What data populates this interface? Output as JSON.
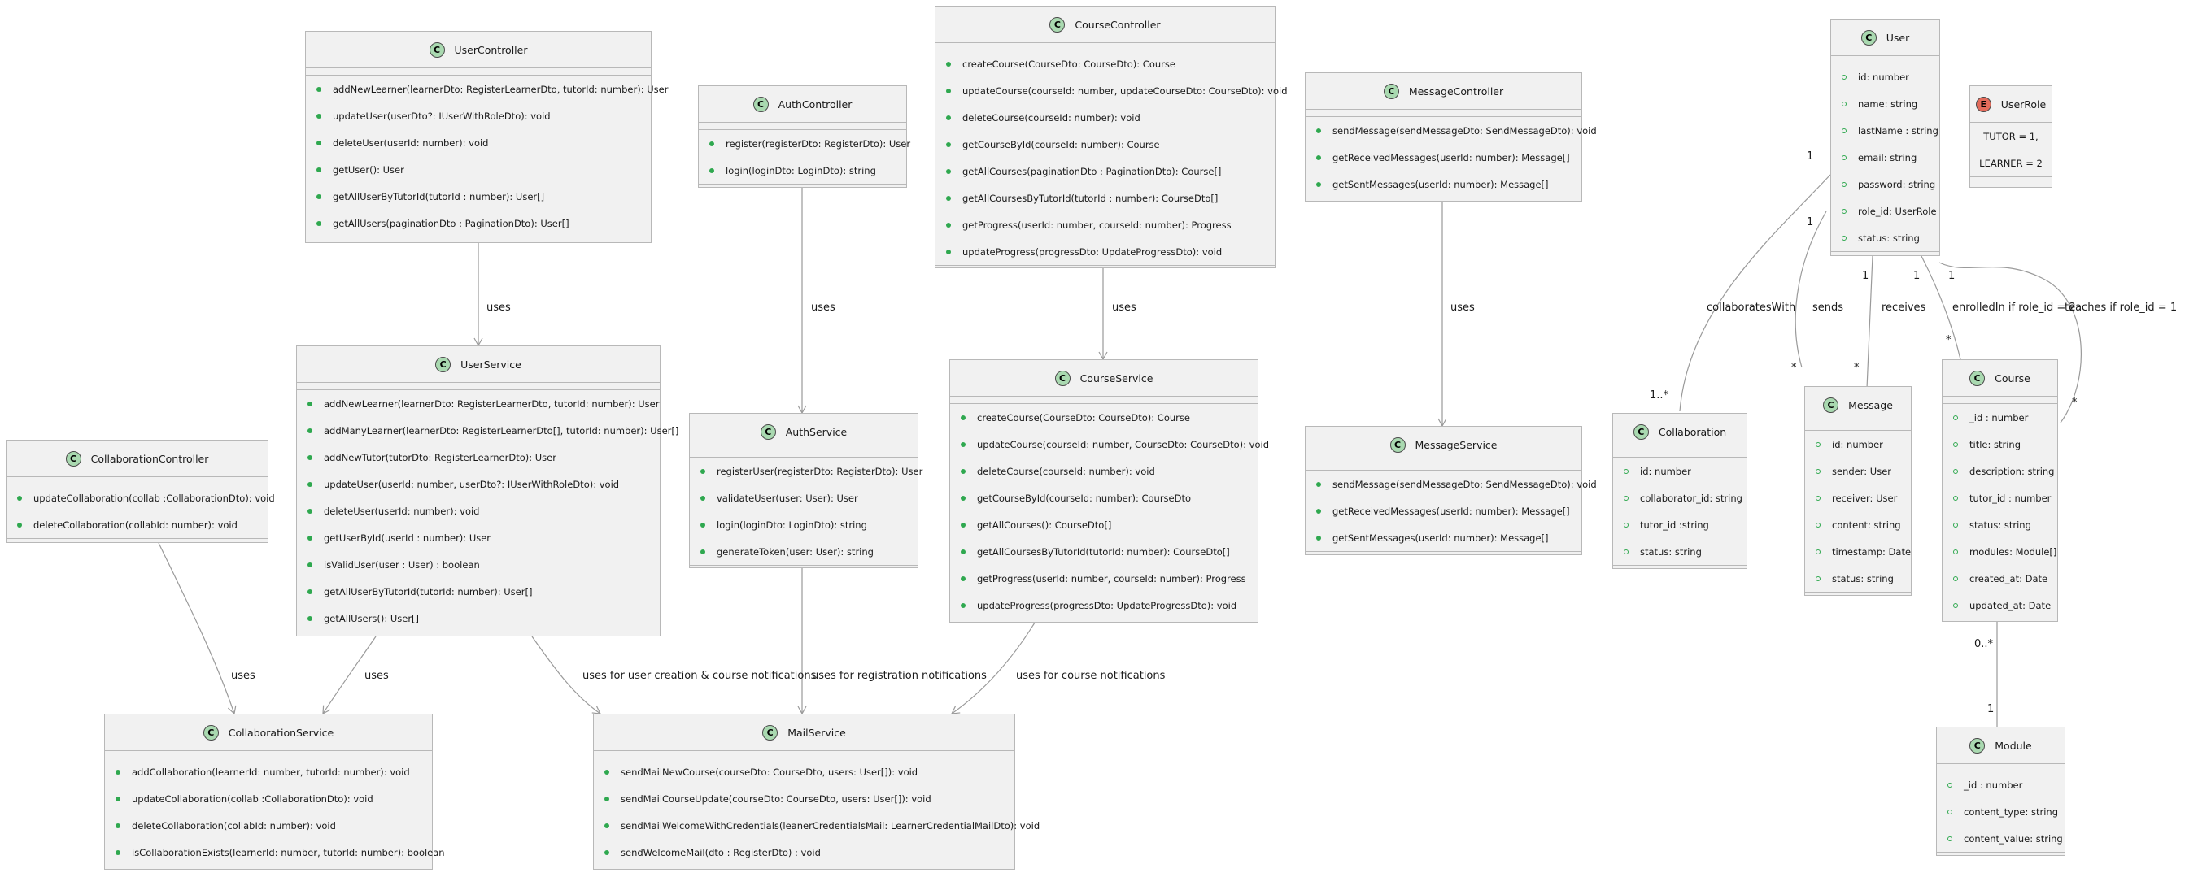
{
  "classes": {
    "user_controller": {
      "name": "UserController",
      "kind": "C",
      "members": [
        "addNewLearner(learnerDto: RegisterLearnerDto, tutorId: number): User",
        "updateUser(userDto?: IUserWithRoleDto): void",
        "deleteUser(userId: number): void",
        "getUser(): User",
        "getAllUserByTutorId(tutorId : number): User[]",
        "getAllUsers(paginationDto : PaginationDto): User[]"
      ]
    },
    "auth_controller": {
      "name": "AuthController",
      "kind": "C",
      "members": [
        "register(registerDto: RegisterDto): User",
        "login(loginDto: LoginDto): string"
      ]
    },
    "course_controller": {
      "name": "CourseController",
      "kind": "C",
      "members": [
        "createCourse(CourseDto: CourseDto): Course",
        "updateCourse(courseId: number, updateCourseDto: CourseDto): void",
        "deleteCourse(courseId: number): void",
        "getCourseById(courseId: number): Course",
        "getAllCourses(paginationDto : PaginationDto): Course[]",
        "getAllCoursesByTutorId(tutorId : number): CourseDto[]",
        "getProgress(userId: number, courseId: number): Progress",
        "updateProgress(progressDto: UpdateProgressDto): void"
      ]
    },
    "message_controller": {
      "name": "MessageController",
      "kind": "C",
      "members": [
        "sendMessage(sendMessageDto: SendMessageDto): void",
        "getReceivedMessages(userId: number): Message[]",
        "getSentMessages(userId: number): Message[]"
      ]
    },
    "user": {
      "name": "User",
      "kind": "C",
      "members": [
        "id: number",
        "name: string",
        "lastName : string",
        "email: string",
        "password: string",
        "role_id: UserRole",
        "status: string"
      ]
    },
    "user_role": {
      "name": "UserRole",
      "kind": "E",
      "members": [
        "TUTOR = 1,",
        "LEARNER = 2"
      ]
    },
    "user_service": {
      "name": "UserService",
      "kind": "C",
      "members": [
        "addNewLearner(learnerDto: RegisterLearnerDto, tutorId: number): User",
        "addManyLearner(learnerDto: RegisterLearnerDto[], tutorId: number): User[]",
        "addNewTutor(tutorDto: RegisterLearnerDto): User",
        "updateUser(userId: number, userDto?: IUserWithRoleDto): void",
        "deleteUser(userId: number): void",
        "getUserById(userId : number): User",
        "isValidUser(user : User) : boolean",
        "getAllUserByTutorId(tutorId: number): User[]",
        "getAllUsers(): User[]"
      ]
    },
    "auth_service": {
      "name": "AuthService",
      "kind": "C",
      "members": [
        "registerUser(registerDto: RegisterDto): User",
        "validateUser(user: User): User",
        "login(loginDto: LoginDto): string",
        "generateToken(user: User): string"
      ]
    },
    "course_service": {
      "name": "CourseService",
      "kind": "C",
      "members": [
        "createCourse(CourseDto: CourseDto): Course",
        "updateCourse(courseId: number, CourseDto: CourseDto): void",
        "deleteCourse(courseId: number): void",
        "getCourseById(courseId: number): CourseDto",
        "getAllCourses(): CourseDto[]",
        "getAllCoursesByTutorId(tutorId: number): CourseDto[]",
        "getProgress(userId: number, courseId: number): Progress",
        "updateProgress(progressDto: UpdateProgressDto): void"
      ]
    },
    "message_service": {
      "name": "MessageService",
      "kind": "C",
      "members": [
        "sendMessage(sendMessageDto: SendMessageDto): void",
        "getReceivedMessages(userId: number): Message[]",
        "getSentMessages(userId: number): Message[]"
      ]
    },
    "collaboration_controller": {
      "name": "CollaborationController",
      "kind": "C",
      "members": [
        "updateCollaboration(collab :CollaborationDto): void",
        "deleteCollaboration(collabId: number): void"
      ]
    },
    "collaboration": {
      "name": "Collaboration",
      "kind": "C",
      "members": [
        "id: number",
        "collaborator_id: string",
        "tutor_id :string",
        "status: string"
      ]
    },
    "message": {
      "name": "Message",
      "kind": "C",
      "members": [
        "id: number",
        "sender: User",
        "receiver: User",
        "content: string",
        "timestamp: Date",
        "status: string"
      ]
    },
    "course": {
      "name": "Course",
      "kind": "C",
      "members": [
        "_id : number",
        "title: string",
        "description: string",
        "tutor_id : number",
        "status: string",
        "modules: Module[]",
        "created_at: Date",
        "updated_at: Date"
      ]
    },
    "collaboration_service": {
      "name": "CollaborationService",
      "kind": "C",
      "members": [
        "addCollaboration(learnerId: number, tutorId: number): void",
        "updateCollaboration(collab :CollaborationDto): void",
        "deleteCollaboration(collabId: number): void",
        "isCollaborationExists(learnerId: number, tutorId: number): boolean"
      ]
    },
    "mail_service": {
      "name": "MailService",
      "kind": "C",
      "members": [
        "sendMailNewCourse(courseDto: CourseDto, users: User[]): void",
        "sendMailCourseUpdate(courseDto: CourseDto, users: User[]): void",
        "sendMailWelcomeWithCredentials(leanerCredentialsMail: LearnerCredentialMailDto): void",
        "sendWelcomeMail(dto : RegisterDto) : void"
      ]
    },
    "module": {
      "name": "Module",
      "kind": "C",
      "members": [
        "_id : number",
        "content_type: string",
        "content_value: string"
      ]
    }
  },
  "edge_labels": {
    "uc_us": "uses",
    "ac_as": "uses",
    "cc_cs": "uses",
    "mc_ms": "uses",
    "cbc_cbs": "uses",
    "us_cbs": "uses",
    "us_ms": "uses for user creation & course notifications",
    "as_ms": "uses for registration notifications",
    "cs_ms": "uses for course notifications",
    "u_collab": "collaboratesWith",
    "u_sends": "sends",
    "u_receives": "receives",
    "u_enrolled": "enrolledIn if role_id = 2",
    "u_teaches": "teaches if role_id = 1"
  },
  "multiplicities": {
    "collab_user": "1",
    "collab_end": "1..*",
    "sends_user": "1",
    "sends_end": "*",
    "receives_user": "1",
    "receives_end": "*",
    "enrolled_user": "1",
    "enrolled_end": "*",
    "teaches_user": "1",
    "teaches_end": "*",
    "course_module": "0..*",
    "module_end": "1"
  },
  "colors": {
    "class_badge": "#a9d9b0",
    "enum_badge": "#e26b5b",
    "public_marker": "#2fa84f",
    "box_fill": "#f1f1f1",
    "box_border": "#b8b8b8",
    "edge": "#9a9a9a"
  }
}
